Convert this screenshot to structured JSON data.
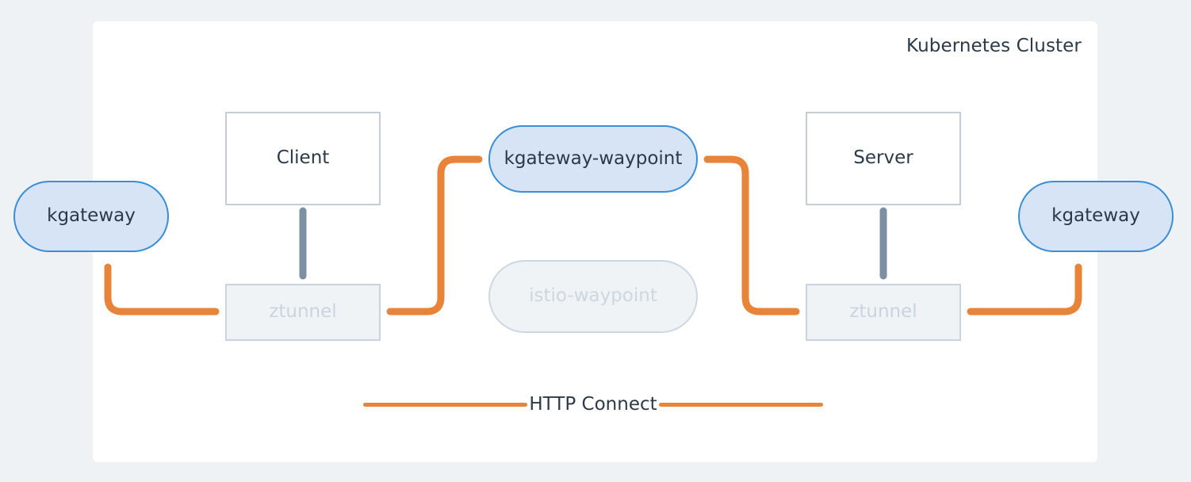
{
  "diagram": {
    "title": "Kubernetes Cluster",
    "background_color": "#eff2f5",
    "card_color": "#ffffff",
    "accent_orange": "#e8833a",
    "accent_blue": "#3a8ed6",
    "pill_fill": "#d6e4f6",
    "muted_fill": "#f0f3f6",
    "muted_text": "#c9d4de",
    "text_color": "#2c3a47",
    "grey_link_color": "#7d8fa3"
  },
  "nodes": {
    "kgateway_left": {
      "label": "kgateway",
      "style": "pill-active"
    },
    "client": {
      "label": "Client",
      "style": "rect"
    },
    "ztunnel_left": {
      "label": "ztunnel",
      "style": "rect-muted"
    },
    "kgateway_waypoint": {
      "label": "kgateway-waypoint",
      "style": "pill-active"
    },
    "istio_waypoint": {
      "label": "istio-waypoint",
      "style": "pill-muted"
    },
    "server": {
      "label": "Server",
      "style": "rect"
    },
    "ztunnel_right": {
      "label": "ztunnel",
      "style": "rect-muted"
    },
    "kgateway_right": {
      "label": "kgateway",
      "style": "pill-active"
    }
  },
  "legend": {
    "label": "HTTP Connect",
    "line_color": "#e8833a"
  },
  "connections": [
    {
      "from": "kgateway_left",
      "to": "ztunnel_left",
      "type": "http-connect",
      "color": "#e8833a"
    },
    {
      "from": "client",
      "to": "ztunnel_left",
      "type": "local",
      "color": "#7d8fa3"
    },
    {
      "from": "ztunnel_left",
      "to": "kgateway_waypoint",
      "type": "http-connect",
      "color": "#e8833a"
    },
    {
      "from": "kgateway_waypoint",
      "to": "ztunnel_right",
      "type": "http-connect",
      "color": "#e8833a"
    },
    {
      "from": "server",
      "to": "ztunnel_right",
      "type": "local",
      "color": "#7d8fa3"
    },
    {
      "from": "ztunnel_right",
      "to": "kgateway_right",
      "type": "http-connect",
      "color": "#e8833a"
    }
  ]
}
